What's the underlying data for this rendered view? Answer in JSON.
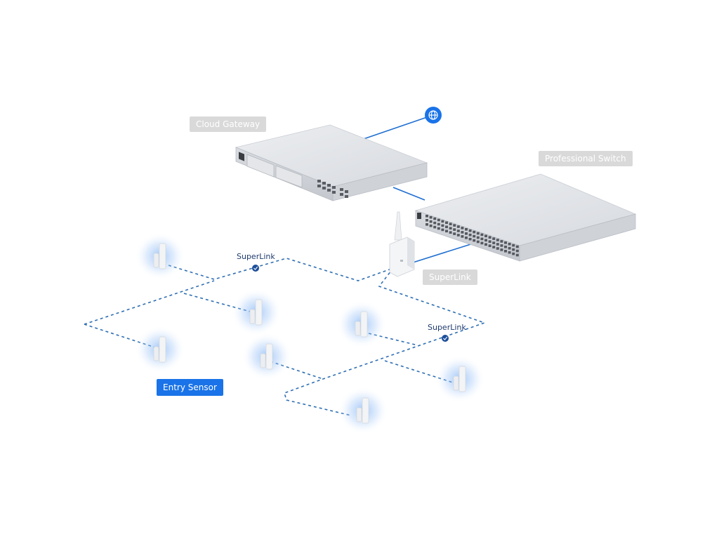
{
  "labels": {
    "cloud_gateway": "Cloud Gateway",
    "professional_switch": "Professional Switch",
    "superlink_device": "SuperLink",
    "superlink_top": "SuperLink",
    "superlink_right": "SuperLink",
    "entry_sensor": "Entry Sensor"
  },
  "icons": {
    "internet": "globe-icon",
    "superlink_node": "check-icon"
  },
  "colors": {
    "accent": "#1a73e8",
    "link_line": "#1f6fd1",
    "dashed_line": "#2f6fb3",
    "label_gray": "#d9d9d9",
    "sensor_glow": "#8ab8f5"
  }
}
